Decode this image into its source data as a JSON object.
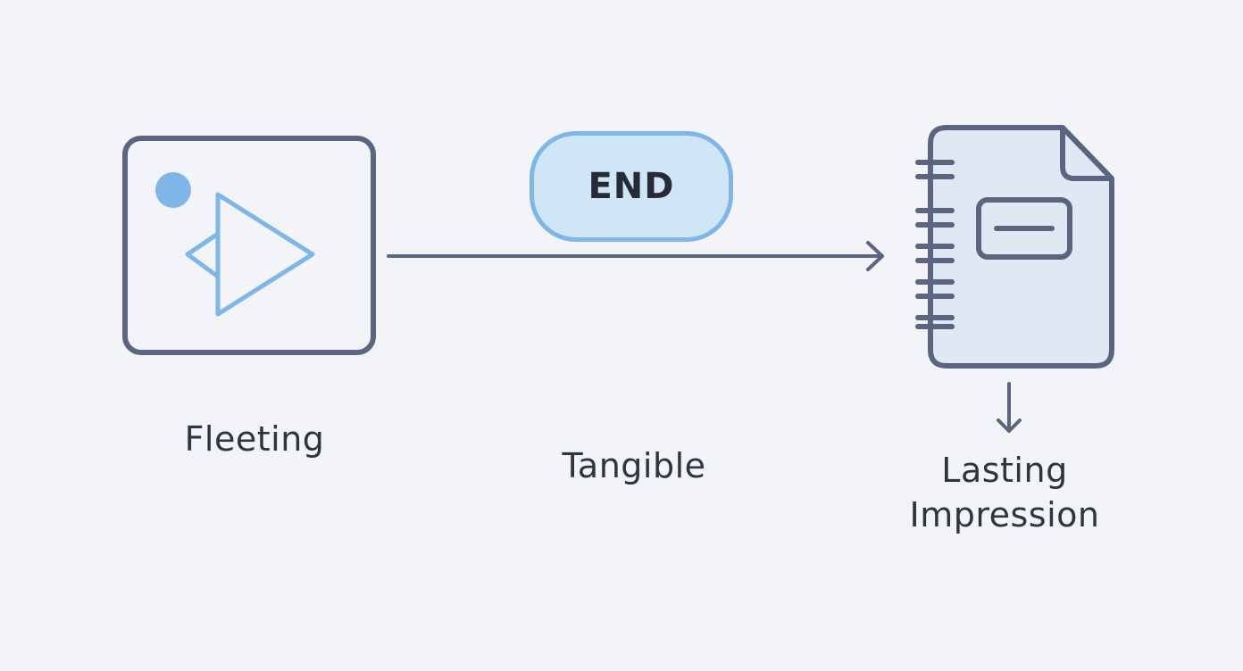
{
  "colors": {
    "background": "#f2f4f7",
    "stroke": "#5a6580",
    "accent": "#7fb6e8",
    "accent_fill": "#cfe6f7",
    "document_fill": "#dfe8f3",
    "text": "#2f3440"
  },
  "icons": {
    "video": "video-frame-icon",
    "play": "play-icon",
    "dot": "dot-icon",
    "notebook": "notebook-document-icon"
  },
  "end_label": "END",
  "stages": {
    "fleeting": "Fleeting",
    "tangible": "Tangible",
    "lasting_line1": "Lasting",
    "lasting_line2": "Impression"
  }
}
